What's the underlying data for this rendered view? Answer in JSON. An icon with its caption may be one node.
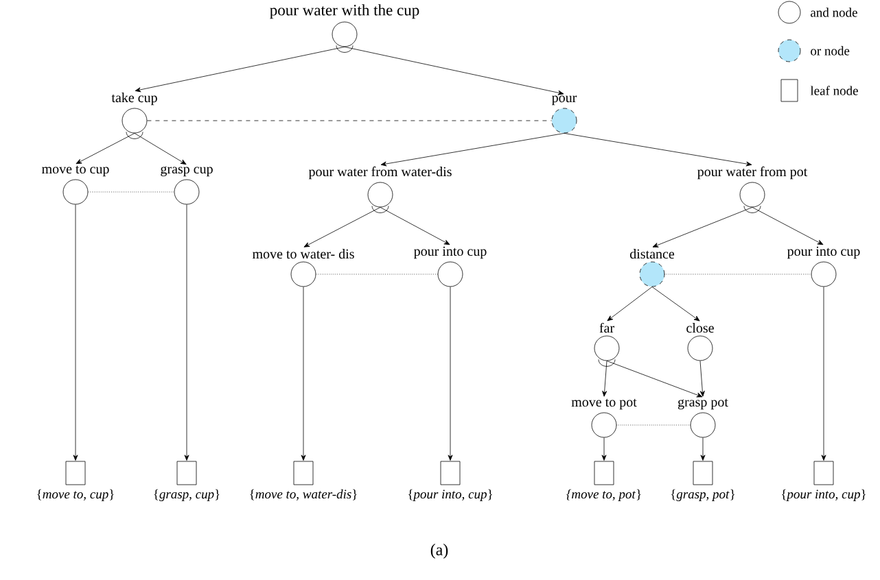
{
  "diagram": {
    "caption": "(a)",
    "nodes": [
      {
        "text": [
          "pour water with the cup"
        ]
      },
      {
        "text": [
          "take cup"
        ]
      },
      {
        "text": [
          "pour"
        ]
      },
      {
        "text": [
          "move to cup"
        ]
      },
      {
        "text": [
          "grasp cup"
        ]
      },
      {
        "text": [
          "pour water from water-dis"
        ]
      },
      {
        "text": [
          "pour water from pot"
        ]
      },
      {
        "text": [
          "move to water- dis"
        ]
      },
      {
        "text": [
          "pour into cup"
        ]
      },
      {
        "text": [
          "distance"
        ]
      },
      {
        "text": [
          "pour into cup"
        ]
      },
      {
        "text": [
          "far"
        ]
      },
      {
        "text": [
          "close"
        ]
      },
      {
        "text": [
          "move to pot"
        ]
      },
      {
        "text": [
          "grasp pot"
        ]
      },
      {
        "text": [
          "{*move to, cup*}"
        ]
      },
      {
        "text": [
          "{*grasp, cup*}"
        ]
      },
      {
        "text": [
          "{*move to, water-dis*}"
        ]
      },
      {
        "text": [
          "{*pour into, cup*}"
        ]
      },
      {
        "text": [
          "*{move to, pot*}"
        ]
      },
      {
        "text": [
          "{*grasp, pot*}"
        ]
      },
      {
        "text": [
          "{*pour into, cup*}"
        ]
      }
    ],
    "edges": [
      {
        "from": 0,
        "to": 1,
        "arrow": "to"
      },
      {
        "from": 0,
        "to": 2,
        "arrow": "to"
      },
      {
        "from": 1,
        "to": 2,
        "arrow": "none",
        "style": "dashed"
      },
      {
        "from": 1,
        "to": 3,
        "arrow": "to"
      },
      {
        "from": 1,
        "to": 4,
        "arrow": "to"
      },
      {
        "from": 3,
        "to": 4,
        "arrow": "none",
        "style": "dashed"
      },
      {
        "from": 2,
        "to": 5,
        "arrow": "to"
      },
      {
        "from": 2,
        "to": 6,
        "arrow": "to"
      },
      {
        "from": 5,
        "to": 7,
        "arrow": "to"
      },
      {
        "from": 5,
        "to": 8,
        "arrow": "to"
      },
      {
        "from": 7,
        "to": 8,
        "arrow": "none",
        "style": "dashed"
      },
      {
        "from": 6,
        "to": 9,
        "arrow": "to"
      },
      {
        "from": 6,
        "to": 10,
        "arrow": "to"
      },
      {
        "from": 9,
        "to": 10,
        "arrow": "none",
        "style": "dashed"
      },
      {
        "from": 9,
        "to": 11,
        "arrow": "to"
      },
      {
        "from": 9,
        "to": 12,
        "arrow": "to"
      },
      {
        "from": 11,
        "to": 13,
        "arrow": "to"
      },
      {
        "from": 11,
        "to": 14,
        "arrow": "to"
      },
      {
        "from": 12,
        "to": 14,
        "arrow": "to"
      },
      {
        "from": 13,
        "to": 14,
        "arrow": "none",
        "style": "dashed"
      },
      {
        "from": 3,
        "to": 15,
        "arrow": "to"
      },
      {
        "from": 4,
        "to": 16,
        "arrow": "to"
      },
      {
        "from": 7,
        "to": 17,
        "arrow": "to"
      },
      {
        "from": 8,
        "to": 18,
        "arrow": "to"
      },
      {
        "from": 13,
        "to": 19,
        "arrow": "to"
      },
      {
        "from": 14,
        "to": 20,
        "arrow": "to"
      },
      {
        "from": 10,
        "to": 21,
        "arrow": "to"
      }
    ],
    "legend": [
      {
        "text": "and node"
      },
      {
        "text": "or node"
      },
      {
        "text": "leaf node"
      }
    ]
  }
}
